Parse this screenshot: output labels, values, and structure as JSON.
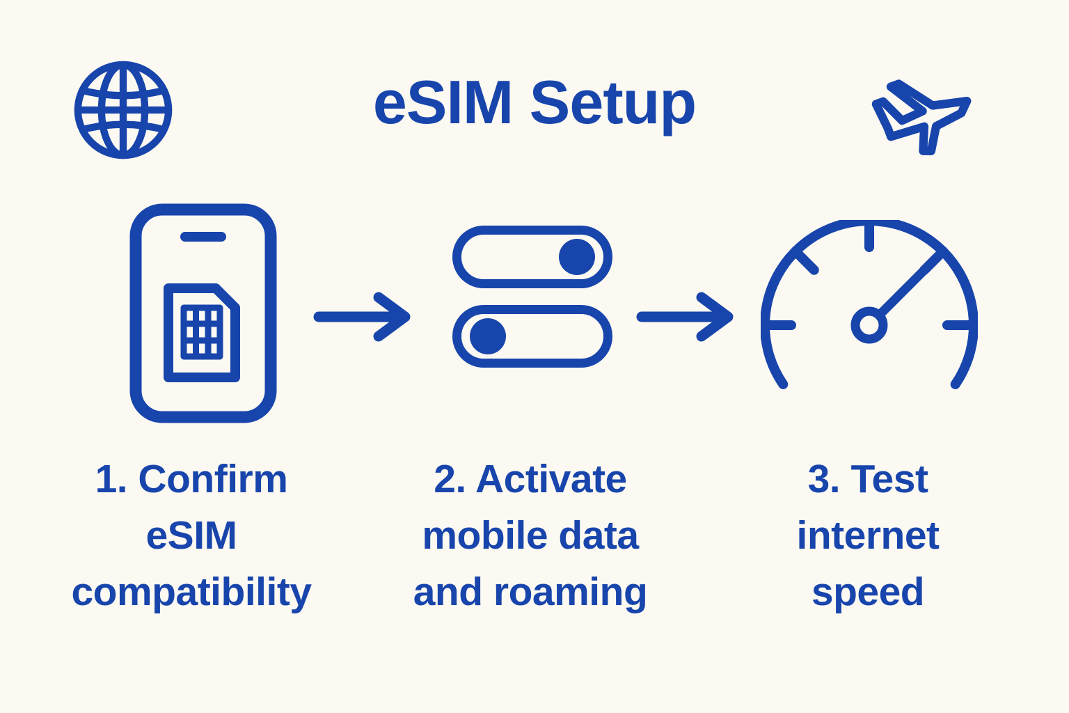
{
  "theme": {
    "accent": "#1845AC",
    "background": "#FBF9F2"
  },
  "title": "eSIM Setup",
  "decorations": {
    "top_left_icon": "globe-icon",
    "top_right_icon": "airplane-icon"
  },
  "steps": [
    {
      "number": 1,
      "icon": "phone-sim-icon",
      "label": "1. Confirm eSIM compatibility",
      "lines": [
        "1. Confirm",
        "eSIM",
        "compatibility"
      ]
    },
    {
      "number": 2,
      "icon": "toggle-switches-icon",
      "label": "2. Activate mobile data and roaming",
      "lines": [
        "2. Activate",
        "mobile data",
        "and roaming"
      ],
      "toggles": [
        "on",
        "off"
      ]
    },
    {
      "number": 3,
      "icon": "speedometer-icon",
      "label": "3. Test internet speed",
      "lines": [
        "3. Test",
        "internet",
        "speed"
      ]
    }
  ],
  "connectors": [
    {
      "icon": "arrow-right-icon"
    },
    {
      "icon": "arrow-right-icon"
    }
  ]
}
